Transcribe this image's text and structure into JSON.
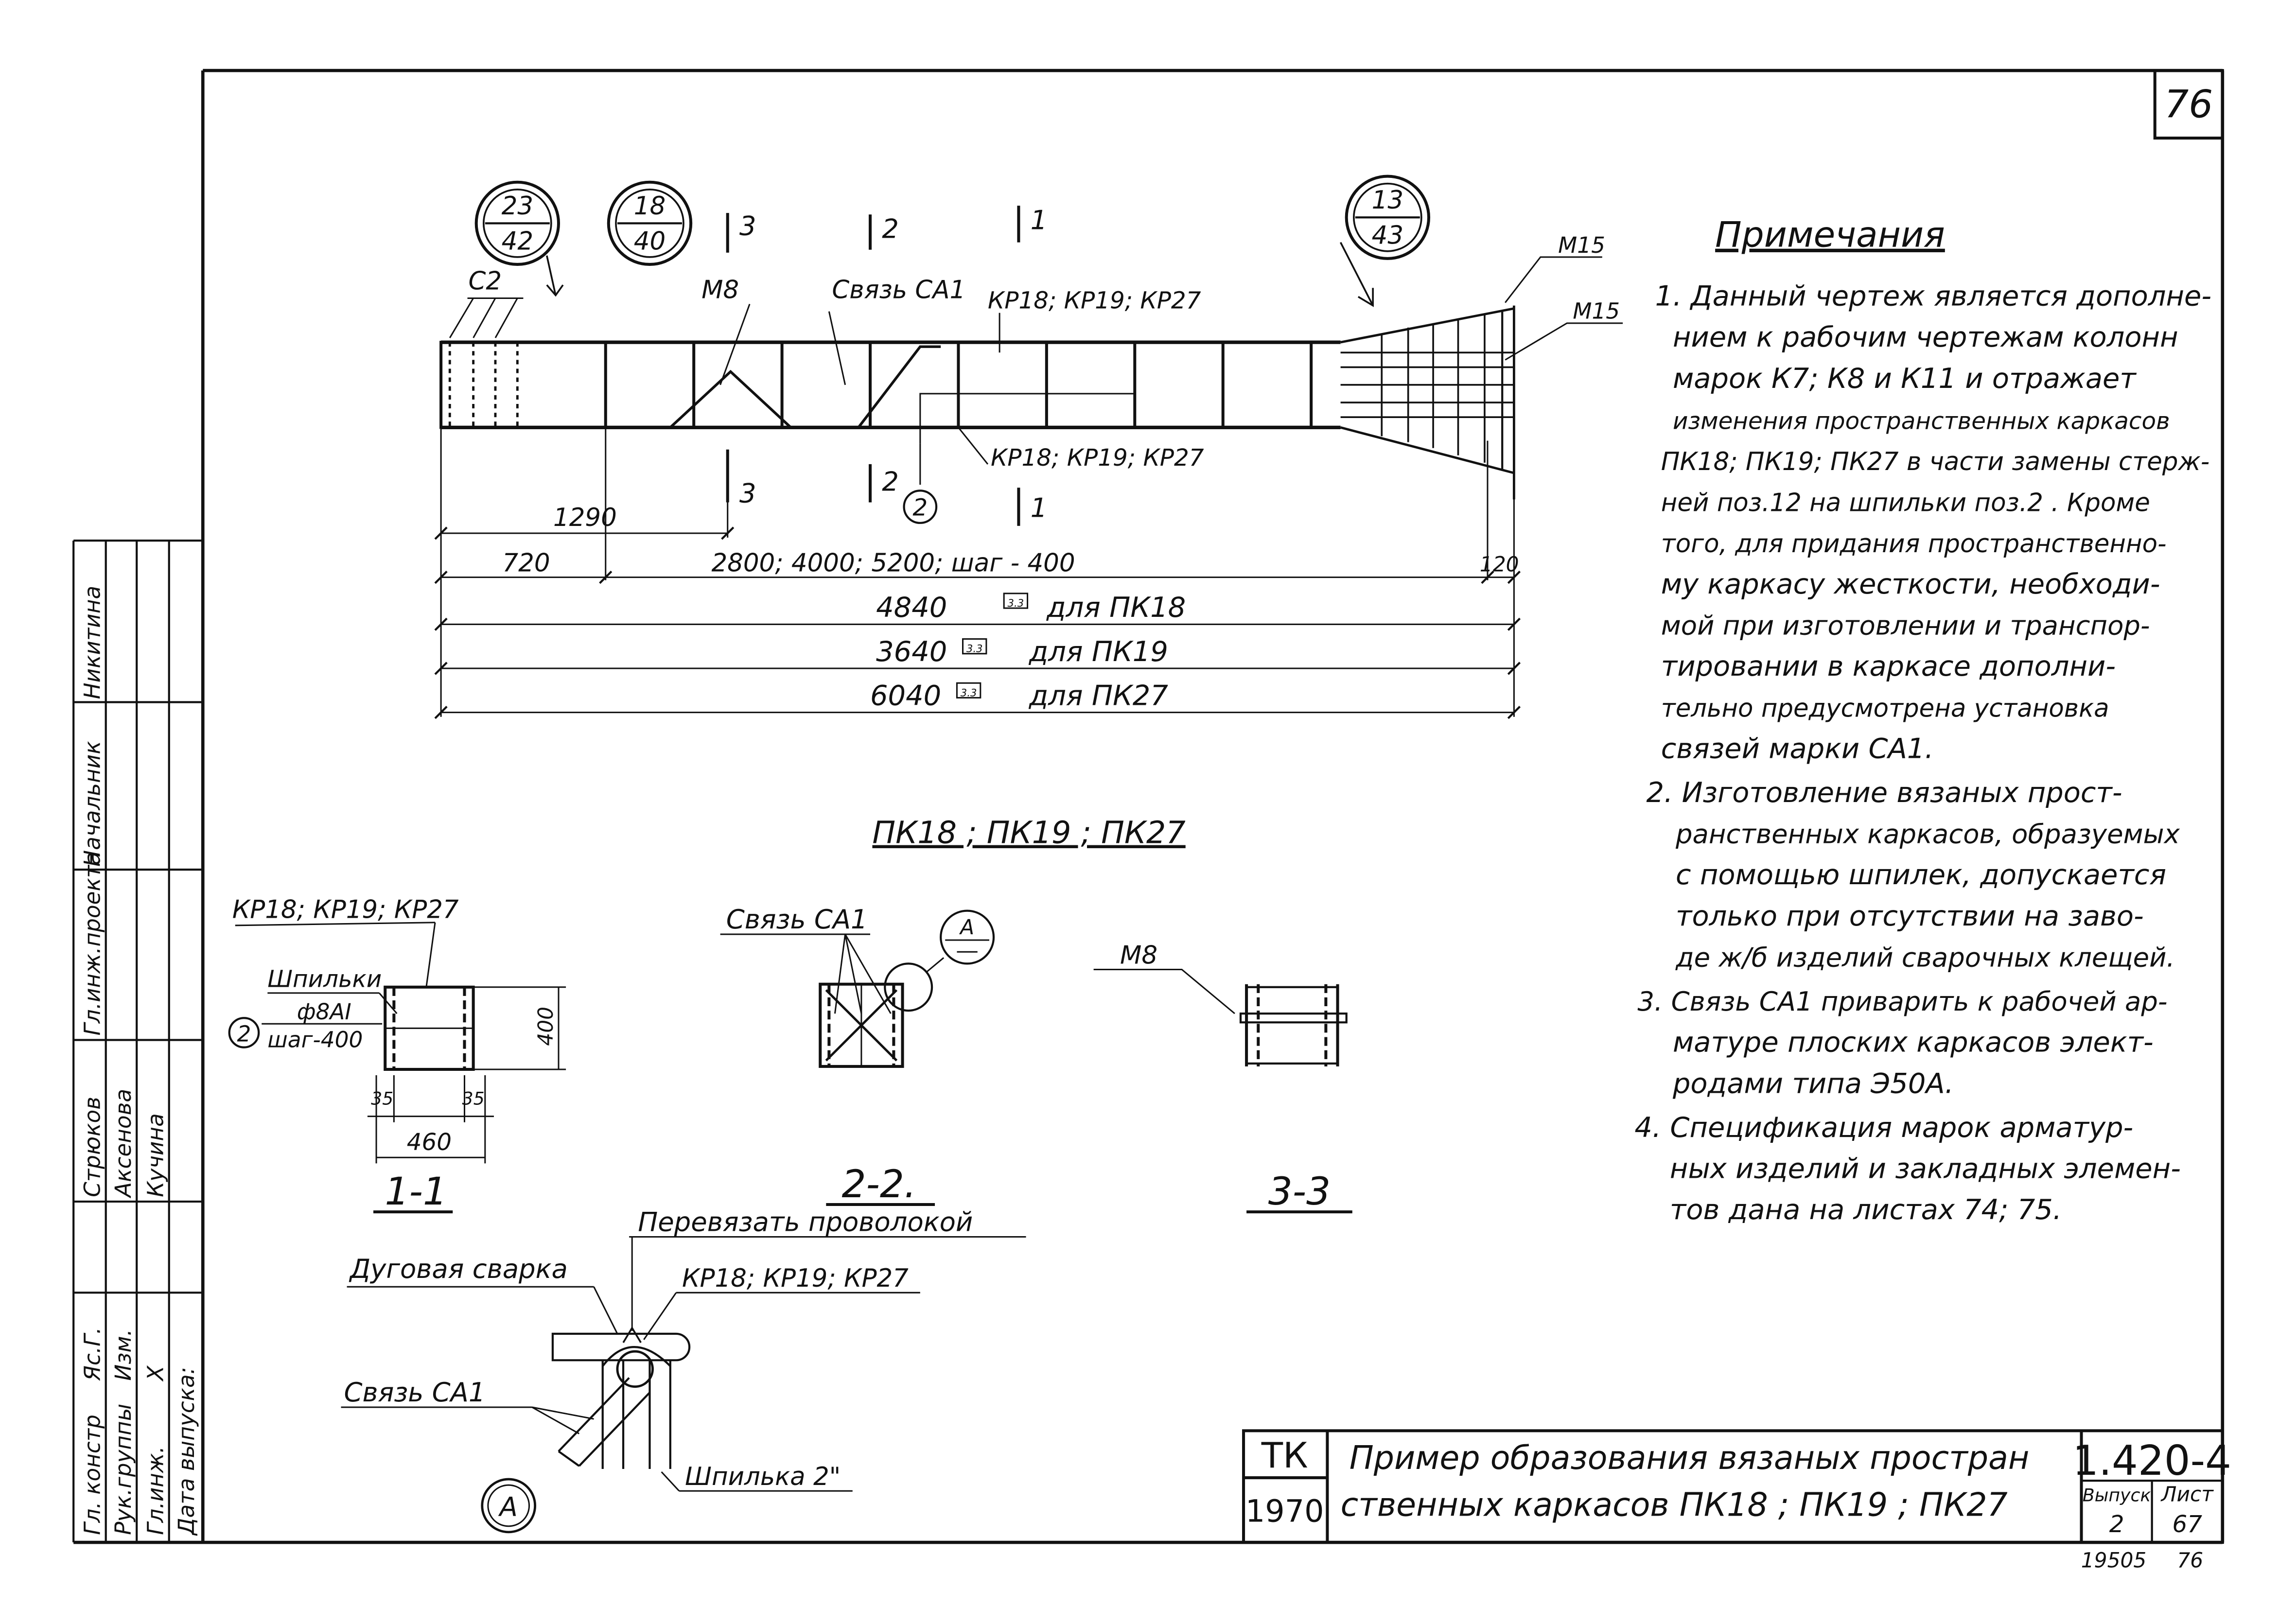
{
  "sheet": {
    "number": "76",
    "background": "#ffffff",
    "ink": "#111111"
  },
  "elevation": {
    "callout_left": {
      "top": "23",
      "bottom": "42"
    },
    "callout_mid": {
      "top": "18",
      "bottom": "40"
    },
    "callout_right": {
      "top": "13",
      "bottom": "43"
    },
    "label_c2": "С2",
    "label_m8": "М8",
    "label_link": "Связь СА1",
    "label_kr_top": "КР18; КР19; КР27",
    "label_kr_bottom": "КР18; КР19; КР27",
    "label_m15_a": "М15",
    "label_m15_b": "М15",
    "section_marks": [
      "3",
      "2",
      "1"
    ],
    "pos_2": "2",
    "dims": {
      "d1290": "1290",
      "d720": "720",
      "d_step": "2800; 4000; 5200;   шаг - 400",
      "d120": "120",
      "total_pk18": "4840",
      "for_pk18": "для ПК18",
      "total_pk19": "3640",
      "for_pk19": "для ПК19",
      "total_pk27": "6040",
      "for_pk27": "для ПК27",
      "box": "3.3"
    }
  },
  "sections": {
    "title": "ПК18 ; ПК19 ; ПК27",
    "s1": {
      "kr": "КР18; КР19; КР27",
      "stud_label": "Шпильки",
      "pos": "2",
      "dia": "ф8АI",
      "step": "шаг-400",
      "h400": "400",
      "w35a": "35",
      "w35b": "35",
      "w460": "460",
      "caption": "1-1"
    },
    "s2": {
      "link": "Связь СА1",
      "callout": "А",
      "caption": "2-2."
    },
    "s3": {
      "m8": "М8",
      "caption": "3-3"
    }
  },
  "detail": {
    "wire": "Перевязать проволокой",
    "arc": "Дуговая сварка",
    "kr": "КР18; КР19; КР27",
    "link": "Связь СА1",
    "stud": "Шпилька 2\"",
    "callout": "А"
  },
  "notes": {
    "heading": "Примечания",
    "lines": [
      "1. Данный чертеж является дополне-",
      "нием к рабочим чертежам колонн",
      "марок К7; К8 и К11 и отражает",
      "изменения пространственных каркасов",
      "ПК18; ПК19; ПК27 в части замены стерж-",
      "ней поз.12 на шпильки поз.2 . Кроме",
      "того, для придания пространственно-",
      "му каркасу жесткости, необходи-",
      "мой при изготовлении и транспор-",
      "тировании в каркасе дополни-",
      "тельно предусмотрена установка",
      "связей марки СА1.",
      "2. Изготовление вязаных прост-",
      "ранственных каркасов, образуемых",
      "с помощью шпилек, допускается",
      "только при отсутствии на заво-",
      "де ж/б изделий сварочных клещей.",
      "3. Связь СА1 приварить к рабочей ар-",
      "матуре плоских каркасов элект-",
      "родами типа Э50А.",
      "4. Спецификация марок арматур-",
      "ных изделий и закладных элемен-",
      "тов дана на листах 74; 75."
    ]
  },
  "title_block": {
    "org_top": "ТК",
    "org_bottom": "1970",
    "title_1": "Пример образования вязаных простран",
    "title_2": "ственных каркасов ПК18 ; ПК19 ; ПК27",
    "series": "1.420-4",
    "issue_label": "Выпуск",
    "issue": "2",
    "sheet_label": "Лист",
    "sheet": "67",
    "below_left": "19505",
    "below_right": "76"
  },
  "side_stamp": {
    "rows": [
      {
        "role": "Гл. констр",
        "sign": "Яс.Г.",
        "name": "Стрюков"
      },
      {
        "role": "Рук.группы",
        "sign": "Изм.",
        "name": "Аксенова"
      },
      {
        "role": "Гл.инж.",
        "sign": "Х",
        "name": "Кучина"
      },
      {
        "role": "Дата выпуска:",
        "sign": "",
        "name": ""
      }
    ],
    "upper_rows": [
      "Гл.инж.проекта",
      "Начальник",
      "Никитина"
    ]
  }
}
